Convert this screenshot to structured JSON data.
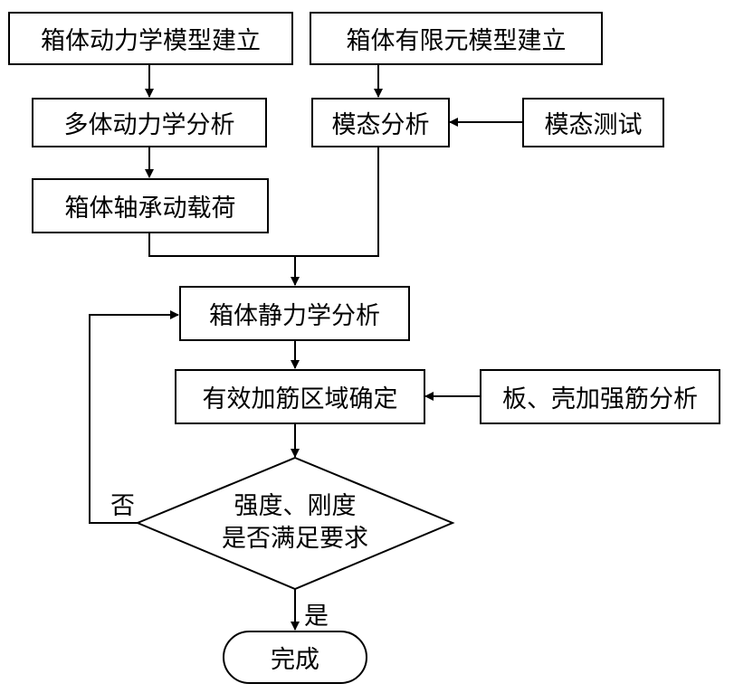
{
  "nodes": {
    "gearbox_dynamics_model": "箱体动力学模型建立",
    "gearbox_fe_model": "箱体有限元模型建立",
    "multibody_analysis": "多体动力学分析",
    "modal_analysis": "模态分析",
    "modal_test": "模态测试",
    "bearing_dynamic_load": "箱体轴承动载荷",
    "static_analysis": "箱体静力学分析",
    "stiffener_region": "有效加筋区域确定",
    "plate_shell_analysis": "板、壳加强筋分析",
    "decision_line1": "强度、刚度",
    "decision_line2": "是否满足要求",
    "finish": "完成"
  },
  "edge_labels": {
    "no": "否",
    "yes": "是"
  }
}
